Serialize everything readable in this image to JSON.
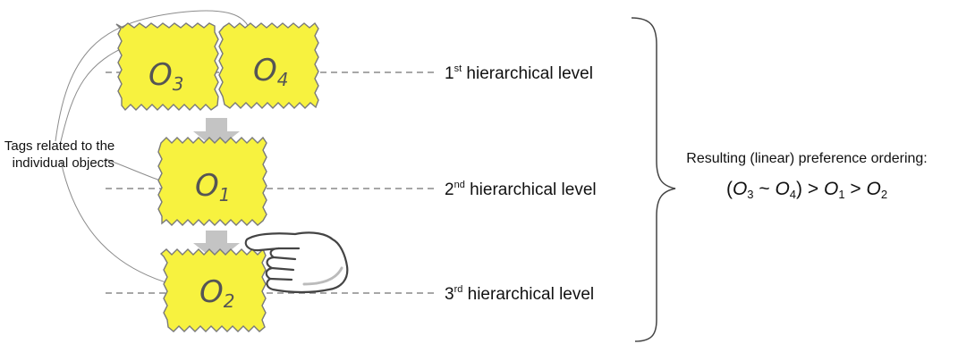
{
  "levels": {
    "first": {
      "number": "1",
      "suffix": "st",
      "text": " hierarchical level"
    },
    "second": {
      "number": "2",
      "suffix": "nd",
      "text": " hierarchical level"
    },
    "third": {
      "number": "3",
      "suffix": "rd",
      "text": " hierarchical level"
    }
  },
  "objects": {
    "o3": {
      "letter": "O",
      "sub": "3"
    },
    "o4": {
      "letter": "O",
      "sub": "4"
    },
    "o1": {
      "letter": "O",
      "sub": "1"
    },
    "o2": {
      "letter": "O",
      "sub": "2"
    }
  },
  "tags_label": {
    "line1": "Tags related to the",
    "line2": "individual objects"
  },
  "result": {
    "title": "Resulting (linear) preference ordering:",
    "open_paren": "(",
    "o3_letter": "O",
    "o3_sub": "3",
    "tilde": " ~ ",
    "o4_letter": "O",
    "o4_sub": "4",
    "close_gt": ") > ",
    "o1_letter": "O",
    "o1_sub": "1",
    "gt": " > ",
    "o2_letter": "O",
    "o2_sub": "2"
  },
  "colors": {
    "tag_fill": "#f7f23f",
    "tag_stroke": "#7a7a7a",
    "arrow": "#c4c4c4",
    "dashed_line": "#8a8a8a"
  }
}
